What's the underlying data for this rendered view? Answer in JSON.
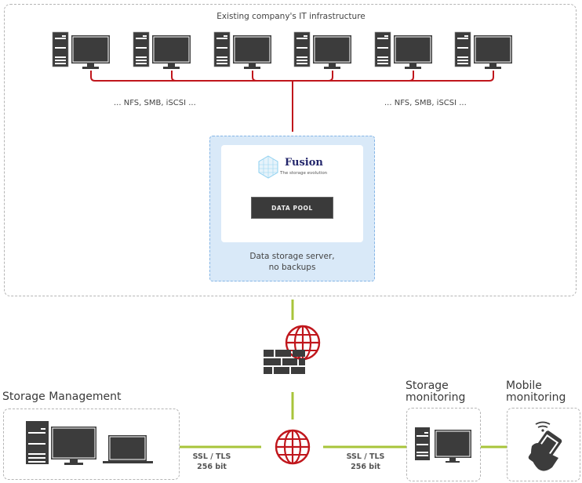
{
  "infrastructure": {
    "title": "Existing company's IT infrastructure",
    "protocol_label_left": "... NFS, SMB, iSCSI ...",
    "protocol_label_right": "... NFS, SMB, iSCSI ...",
    "workstation_count": 6
  },
  "storage_server": {
    "brand_name": "Fusion",
    "brand_tagline": "The storage evolution",
    "pool_label": "DATA POOL",
    "caption_line1": "Data storage server,",
    "caption_line2": "no backups"
  },
  "network": {
    "firewall_icon": "firewall-globe-icon",
    "internet_icon": "globe-icon",
    "link_left": {
      "line1": "SSL / TLS",
      "line2": "256 bit"
    },
    "link_right": {
      "line1": "SSL / TLS",
      "line2": "256 bit"
    }
  },
  "clients": {
    "storage_management": {
      "title": "Storage Management"
    },
    "storage_monitoring": {
      "title_line1": "Storage",
      "title_line2": "monitoring"
    },
    "mobile_monitoring": {
      "title_line1": "Mobile",
      "title_line2": "monitoring"
    }
  },
  "colors": {
    "lan_line": "#c0161c",
    "secure_line": "#a8c43a",
    "icon_dark": "#3c3c3c",
    "server_box_fill": "#d9e9f8",
    "brand_navy": "#23266b"
  }
}
